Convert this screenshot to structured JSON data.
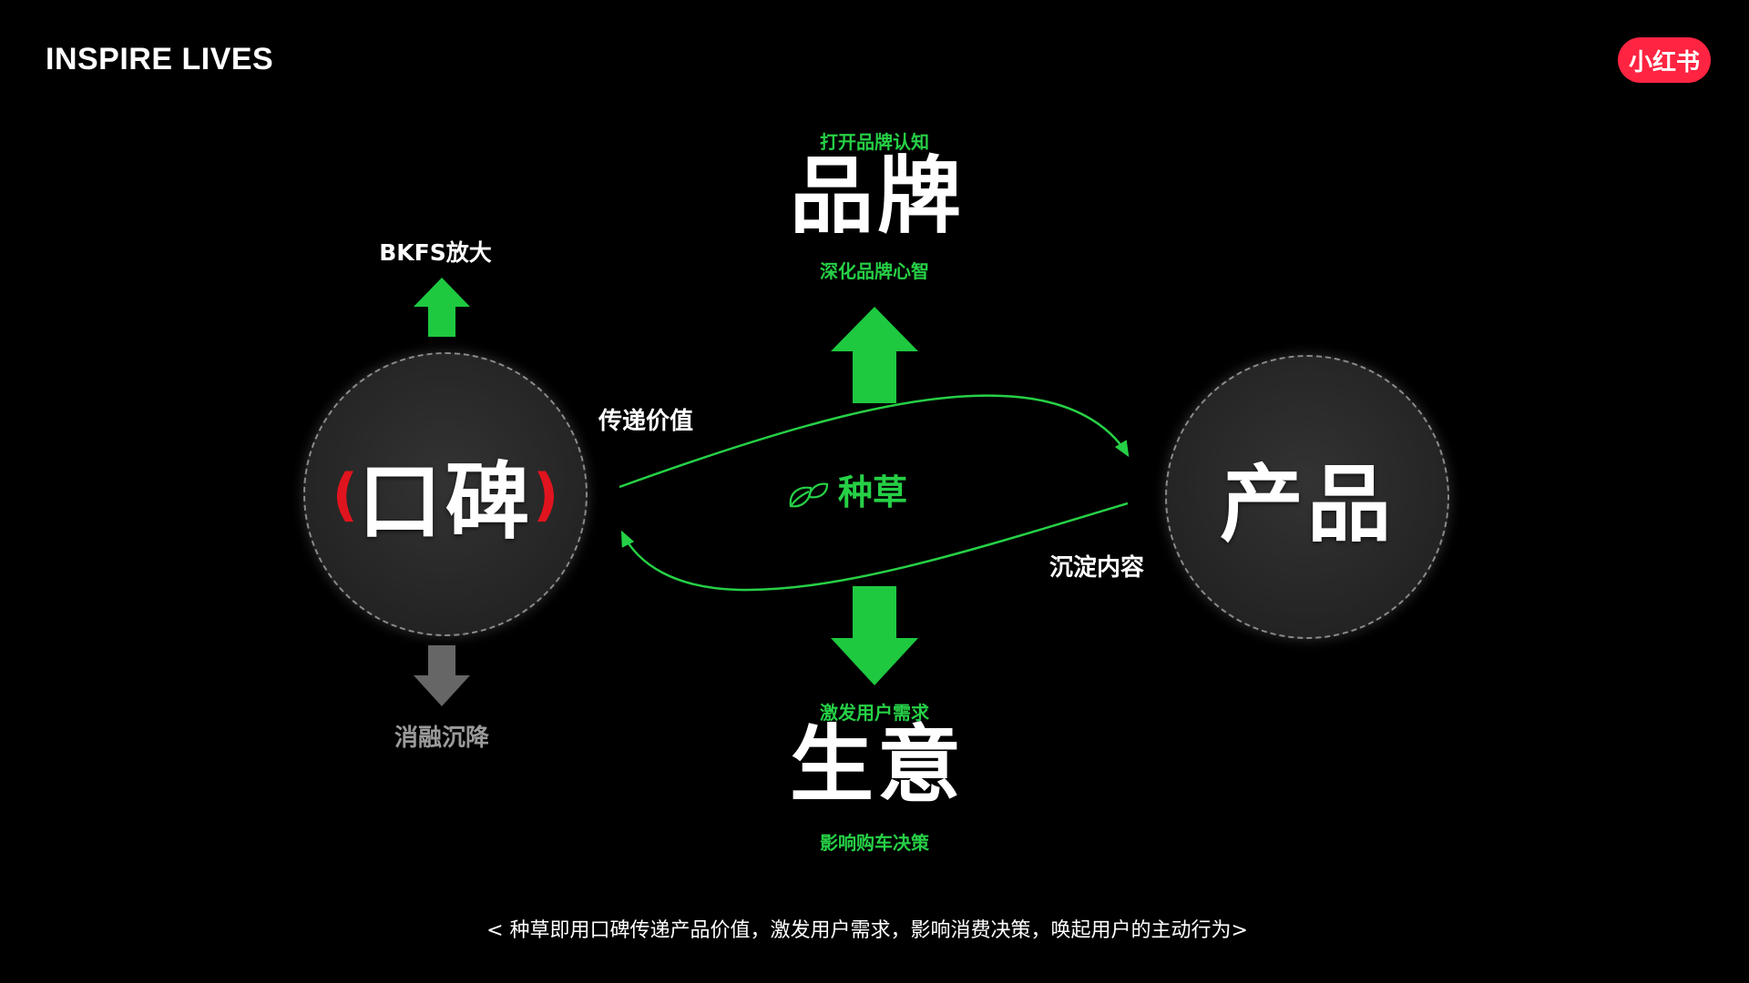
{
  "header": {
    "title": "INSPIRE LIVES",
    "logo_text": "小红书"
  },
  "left_node": {
    "text": "口碑",
    "paren_open": "(",
    "paren_close": ")",
    "up_label": "BKFS放大",
    "down_label": "消融沉降"
  },
  "right_node": {
    "text": "产品"
  },
  "top_block": {
    "caption_above": "打开品牌认知",
    "title": "品牌",
    "caption_below": "深化品牌心智"
  },
  "bottom_block": {
    "caption_above": "激发用户需求",
    "title": "生意",
    "caption_below": "影响购车决策"
  },
  "flow": {
    "top_label": "传递价值",
    "bottom_label": "沉淀内容",
    "center_label": "种草"
  },
  "footer": {
    "text": "< 种草即用口碑传递产品价值，激发用户需求，影响消费决策，唤起用户的主动行为>"
  },
  "colors": {
    "green": "#26d046",
    "red": "#e0141e",
    "brand_red": "#ff2442",
    "gray_arrow": "#666666"
  }
}
